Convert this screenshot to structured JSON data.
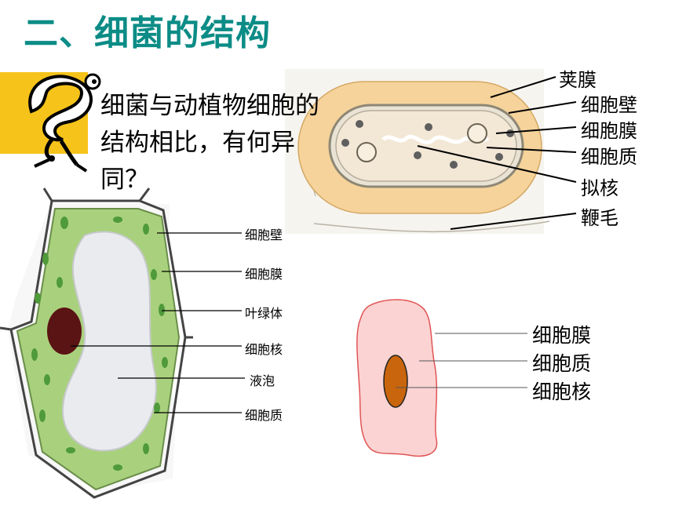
{
  "title": "二、细菌的结构",
  "question": "细菌与动植物细胞的结构相比，有何异同？",
  "bacteria_labels": [
    "荚膜",
    "细胞壁",
    "细胞膜",
    "细胞质",
    "拟核",
    "鞭毛"
  ],
  "plant_labels": [
    "细胞壁",
    "细胞膜",
    "叶绿体",
    "细胞核",
    "液泡",
    "细胞质"
  ],
  "animal_labels": [
    "细胞膜",
    "细胞质",
    "细胞核"
  ],
  "colors": {
    "title": "#0c8c86",
    "capsule": "#f5d39a",
    "plant_cytoplasm": "#a9d17d",
    "chloroplast": "#4f9a3a",
    "plant_nucleus": "#5a1414",
    "animal_cell": "#fbd3d3",
    "animal_nucleus": "#c9650c",
    "icon_bg": "#f6c31a"
  }
}
